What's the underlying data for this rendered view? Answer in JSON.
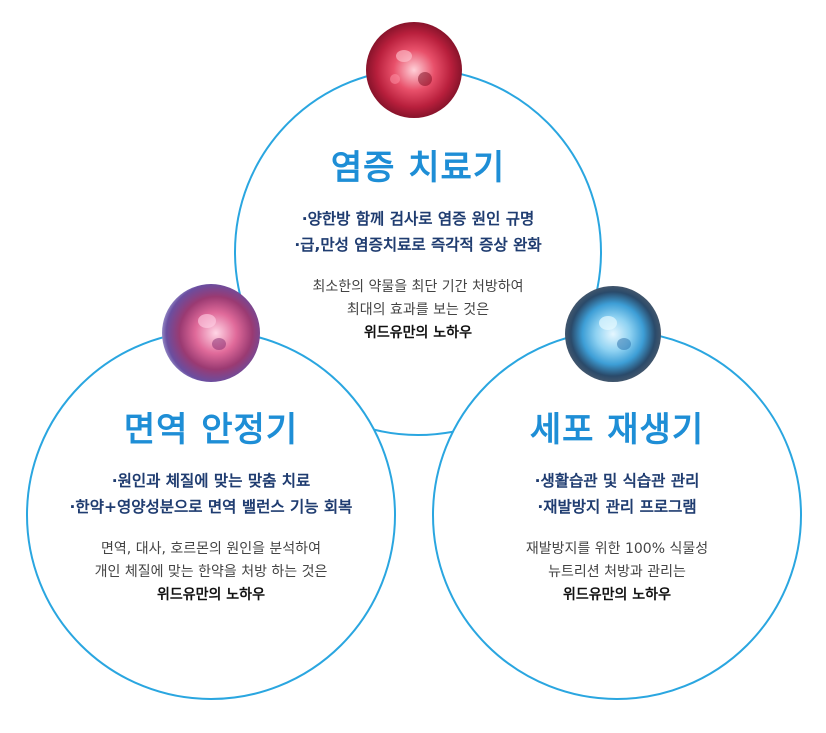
{
  "circles": {
    "top": {
      "title": "염증 치료기",
      "bullets": [
        "·양한방 함께 검사로 염증 원인 규명",
        "·급,만성 염증치료로 즉각적 증상 완화"
      ],
      "desc": [
        "최소한의 약물을 최단 기간 처방하여",
        "최대의 효과를 보는 것은"
      ],
      "highlight": "위드유만의 노하우",
      "cell_icon": "inflamed-red-cell-icon"
    },
    "left": {
      "title": "면역 안정기",
      "bullets": [
        "·원인과 체질에 맞는 맞춤 치료",
        "·한약+영양성분으로 면역 밸런스 기능 회복"
      ],
      "desc": [
        "면역, 대사, 호르몬의 원인을 분석하여",
        "개인 체질에 맞는 한약을 처방 하는 것은"
      ],
      "highlight": "위드유만의 노하우",
      "cell_icon": "purple-pink-cell-icon"
    },
    "right": {
      "title": "세포 재생기",
      "bullets": [
        "·생활습관 및 식습관 관리",
        "·재발방지 관리 프로그램"
      ],
      "desc": [
        "재발방지를 위한 100% 식물성",
        "뉴트리션 처방과 관리는"
      ],
      "highlight": "위드유만의 노하우",
      "cell_icon": "blue-cell-icon"
    }
  },
  "colors": {
    "circle_border": "#2aa6e0",
    "title": "#1e8ed6",
    "bullet": "#1f3c70",
    "desc": "#444444"
  }
}
